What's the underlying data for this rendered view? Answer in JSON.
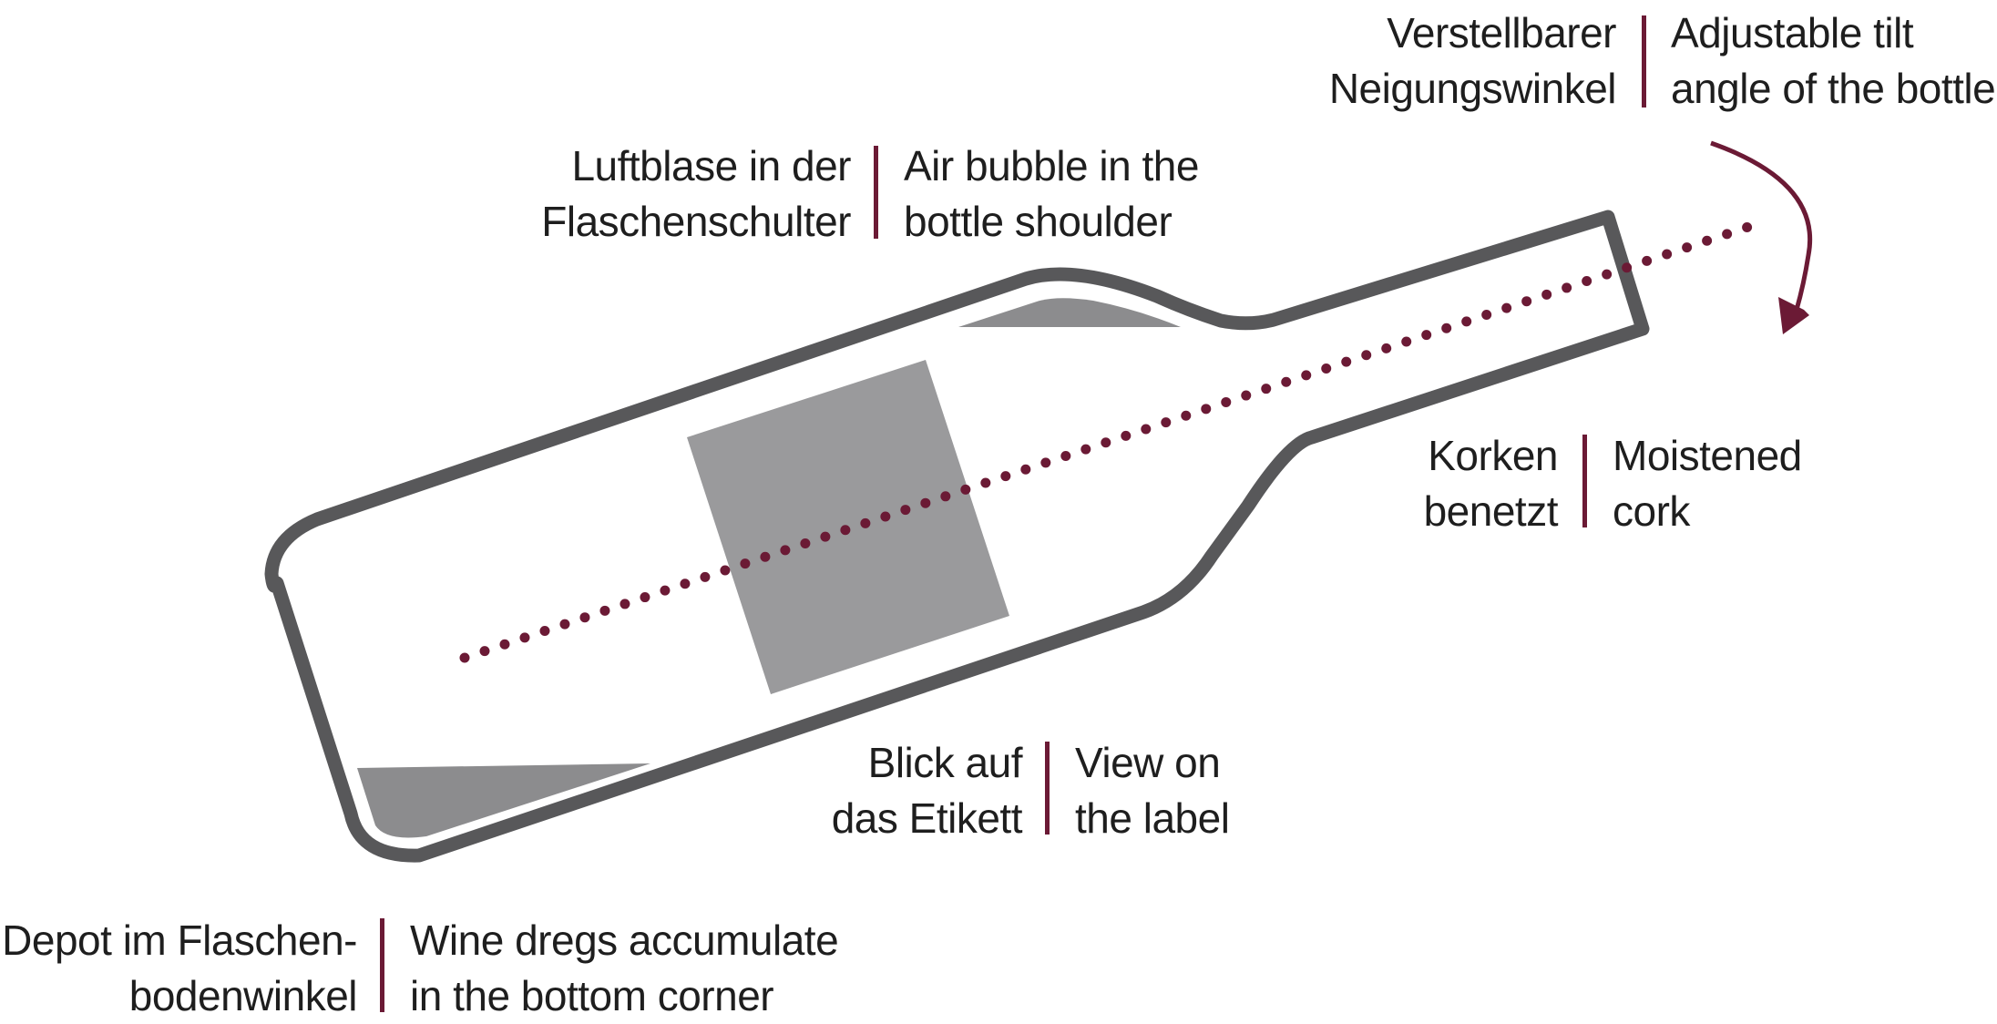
{
  "colors": {
    "bottle_outline": "#58585a",
    "fill_gray": "#8c8c8e",
    "label_gray": "#9a9a9c",
    "accent": "#6b1a35",
    "text": "#1e1e1e"
  },
  "annotations": {
    "tilt": {
      "de": [
        "Verstellbarer",
        "Neigungswinkel"
      ],
      "en": [
        "Adjustable tilt",
        "angle of the bottle"
      ]
    },
    "bubble": {
      "de": [
        "Luftblase in der",
        "Flaschenschulter"
      ],
      "en": [
        "Air bubble in the",
        "bottle shoulder"
      ]
    },
    "cork": {
      "de": [
        "Korken",
        "benetzt"
      ],
      "en": [
        "Moistened",
        "cork"
      ]
    },
    "label": {
      "de": [
        "Blick auf",
        "das Etikett"
      ],
      "en": [
        "View on",
        "the label"
      ]
    },
    "dregs": {
      "de": [
        "Depot im Flaschen-",
        "bodenwinkel"
      ],
      "en": [
        "Wine dregs accumulate",
        "in the bottom corner"
      ]
    }
  }
}
